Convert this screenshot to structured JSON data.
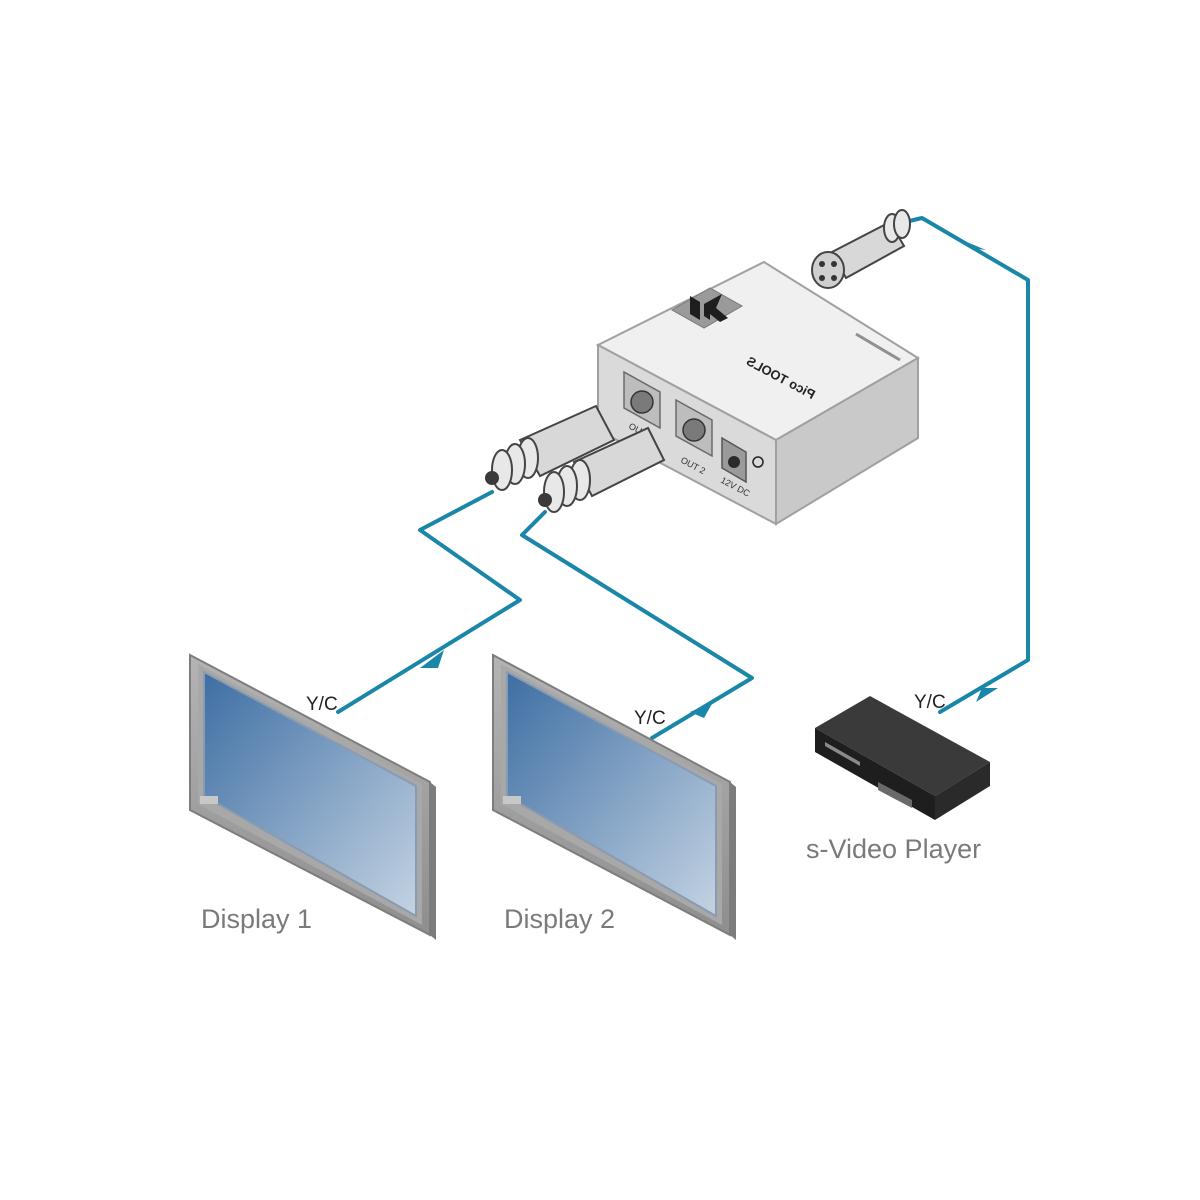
{
  "colors": {
    "cable": "#1a86a8",
    "display_frame": "#9c9c9c",
    "screen_top": "#3d6ea3",
    "screen_bottom": "#c4d3e3",
    "device_body": "#e3e3e3",
    "player_body": "#2c2c2c"
  },
  "cables": {
    "cable1_label": "Y/C",
    "cable2_label": "Y/C",
    "input_label": "Y/C"
  },
  "device": {
    "brand": "Pico TOOLS",
    "port1": "OUT 1",
    "port2": "OUT 2",
    "power": "12V DC"
  },
  "labels": {
    "display1": "Display 1",
    "display2": "Display 2",
    "player": "s-Video Player"
  },
  "icons": [
    "kramer-logo-icon",
    "svideo-port-icon",
    "svideo-connector-icon",
    "dc-jack-icon",
    "power-icon",
    "arrow-icon"
  ]
}
